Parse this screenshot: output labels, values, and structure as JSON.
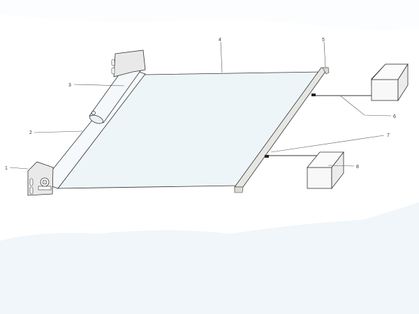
{
  "diagram": {
    "callouts": [
      {
        "id": "1",
        "text": "1"
      },
      {
        "id": "2",
        "text": "2"
      },
      {
        "id": "3",
        "text": "3"
      },
      {
        "id": "4",
        "text": "4"
      },
      {
        "id": "5",
        "text": "5"
      },
      {
        "id": "6",
        "text": "6"
      },
      {
        "id": "7",
        "text": "7"
      },
      {
        "id": "8",
        "text": "8"
      }
    ],
    "colors": {
      "stroke": "#333333",
      "screen_fill": "#eef5f9",
      "roller_fill": "#f4f8fb",
      "bracket_fill": "#e9e9e9",
      "bar_fill": "#e6e6e2",
      "box_fill": "#f3f3f3",
      "background_shadow": "#f0f6fa"
    }
  }
}
